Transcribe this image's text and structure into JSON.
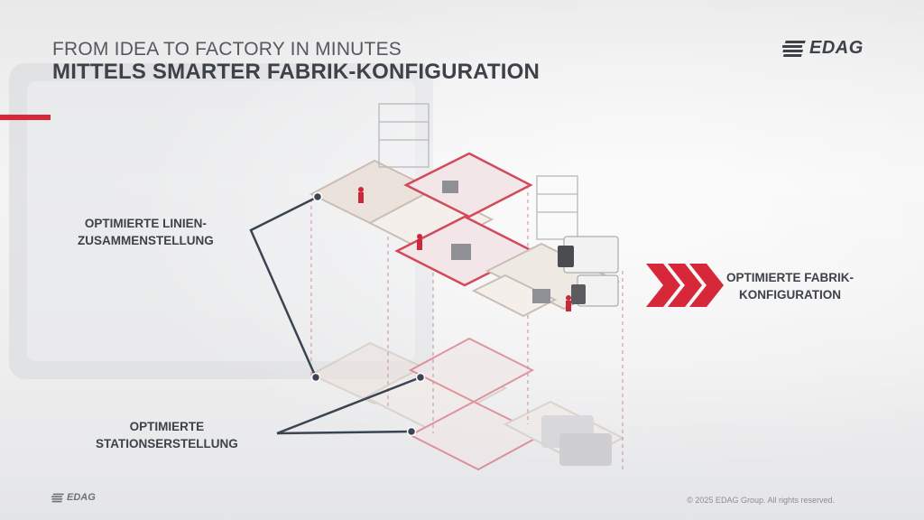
{
  "slide": {
    "title_line1": "FROM IDEA TO FACTORY IN MINUTES",
    "title_line2": "MITTELS SMARTER FABRIK-KONFIGURATION"
  },
  "logo": {
    "text": "EDAG",
    "icon": "edag-stripes-icon"
  },
  "footer_logo": {
    "text": "EDAG"
  },
  "labels": {
    "line_assembly": [
      "OPTIMIERTE LINIEN-",
      "ZUSAMMENSTELLUNG"
    ],
    "station_creation": [
      "OPTIMIERTE",
      "STATIONSERSTELLUNG"
    ],
    "factory_config": [
      "OPTIMIERTE FABRIK-",
      "KONFIGURATION"
    ]
  },
  "copyright": "© 2025 EDAG Group. All rights reserved.",
  "colors": {
    "accent_red": "#d62839",
    "text_dark": "#3d4249",
    "connector": "#3b4452"
  }
}
